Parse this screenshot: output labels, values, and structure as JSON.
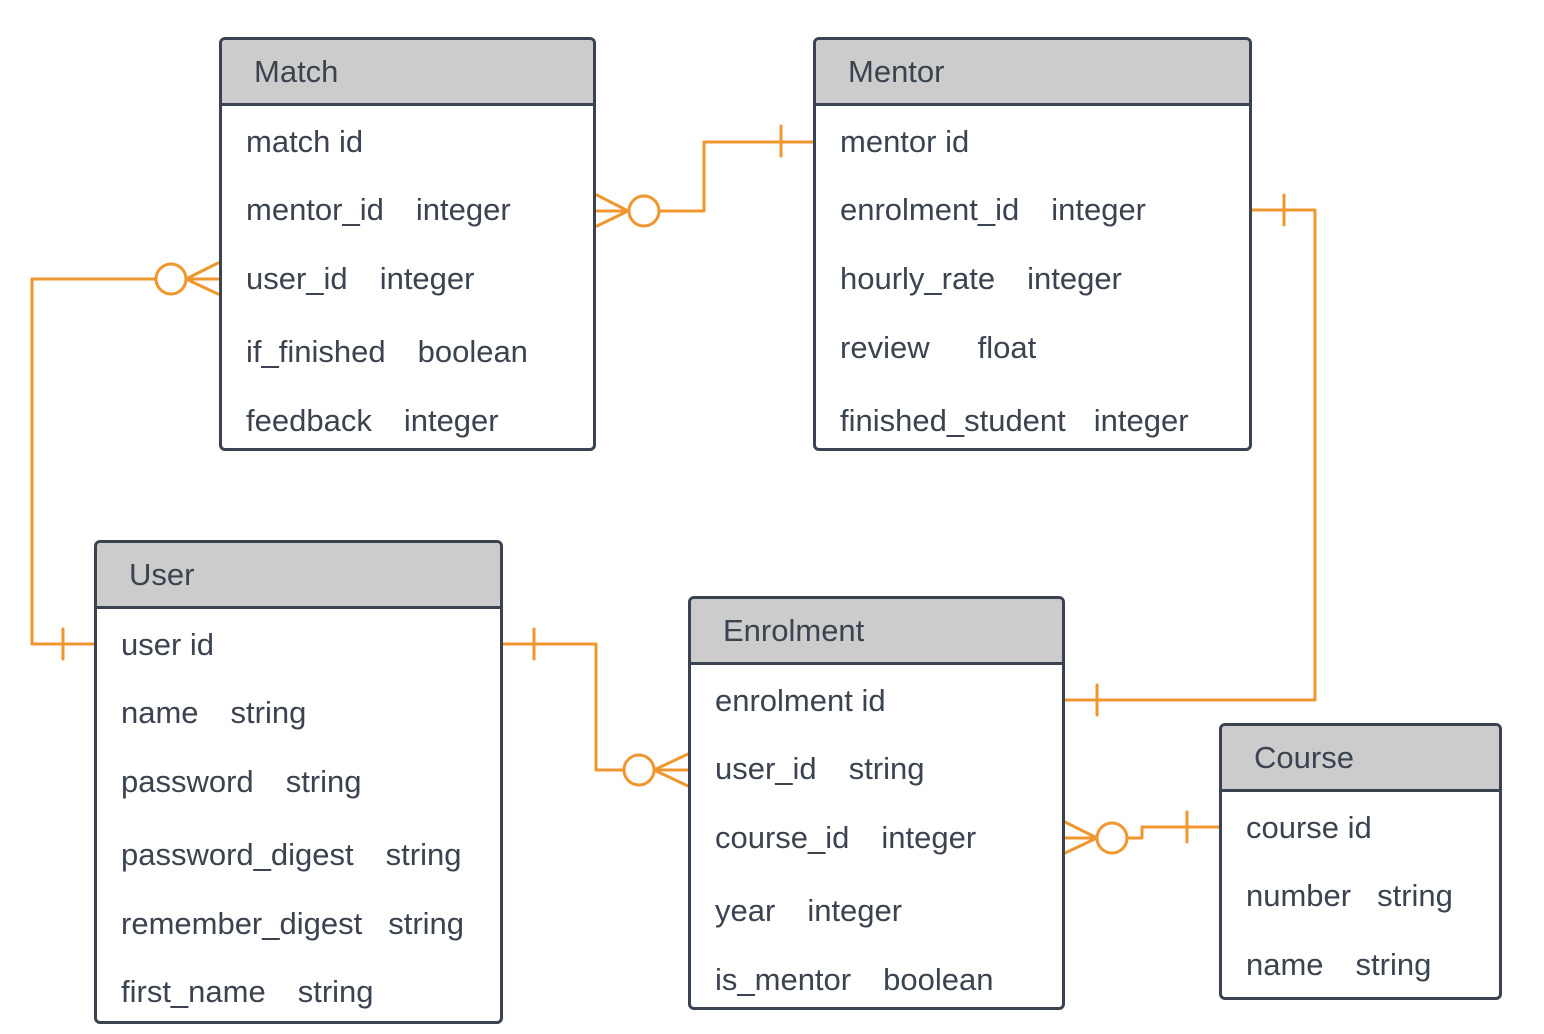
{
  "colors": {
    "border": "#3b4350",
    "header": "#cccccc",
    "connector": "#f0962f",
    "text": "#3b4350"
  },
  "entities": {
    "match": {
      "title": "Match",
      "fields": [
        {
          "name": "match id",
          "type": ""
        },
        {
          "name": "mentor_id",
          "type": "integer"
        },
        {
          "name": "user_id",
          "type": "integer"
        },
        {
          "name": "if_finished",
          "type": "boolean"
        },
        {
          "name": "feedback",
          "type": "integer"
        }
      ]
    },
    "mentor": {
      "title": "Mentor",
      "fields": [
        {
          "name": "mentor id",
          "type": ""
        },
        {
          "name": "enrolment_id",
          "type": "integer"
        },
        {
          "name": "hourly_rate",
          "type": "integer"
        },
        {
          "name": "review",
          "type": "float"
        },
        {
          "name": "finished_student",
          "type": "integer"
        }
      ]
    },
    "user": {
      "title": "User",
      "fields": [
        {
          "name": "user id",
          "type": ""
        },
        {
          "name": "name",
          "type": "string"
        },
        {
          "name": "password",
          "type": "string"
        },
        {
          "name": "password_digest",
          "type": "string"
        },
        {
          "name": "remember_digest",
          "type": "string"
        },
        {
          "name": "first_name",
          "type": "string"
        }
      ]
    },
    "enrolment": {
      "title": "Enrolment",
      "fields": [
        {
          "name": "enrolment id",
          "type": ""
        },
        {
          "name": "user_id",
          "type": "string"
        },
        {
          "name": "course_id",
          "type": "integer"
        },
        {
          "name": "year",
          "type": "integer"
        },
        {
          "name": "is_mentor",
          "type": "boolean"
        }
      ]
    },
    "course": {
      "title": "Course",
      "fields": [
        {
          "name": "course id",
          "type": ""
        },
        {
          "name": "number",
          "type": "string"
        },
        {
          "name": "name",
          "type": "string"
        }
      ]
    }
  },
  "relationships": [
    {
      "from": "match.mentor_id",
      "to": "mentor.mentor id",
      "from_cardinality": "zero-or-many",
      "to_cardinality": "one"
    },
    {
      "from": "match.user_id",
      "to": "user.user id",
      "from_cardinality": "zero-or-many",
      "to_cardinality": "one"
    },
    {
      "from": "mentor.enrolment_id",
      "to": "enrolment.enrolment id",
      "from_cardinality": "one",
      "to_cardinality": "one"
    },
    {
      "from": "enrolment.user_id",
      "to": "user.user id",
      "from_cardinality": "zero-or-many",
      "to_cardinality": "one"
    },
    {
      "from": "enrolment.course_id",
      "to": "course.course id",
      "from_cardinality": "zero-or-many",
      "to_cardinality": "one"
    }
  ]
}
